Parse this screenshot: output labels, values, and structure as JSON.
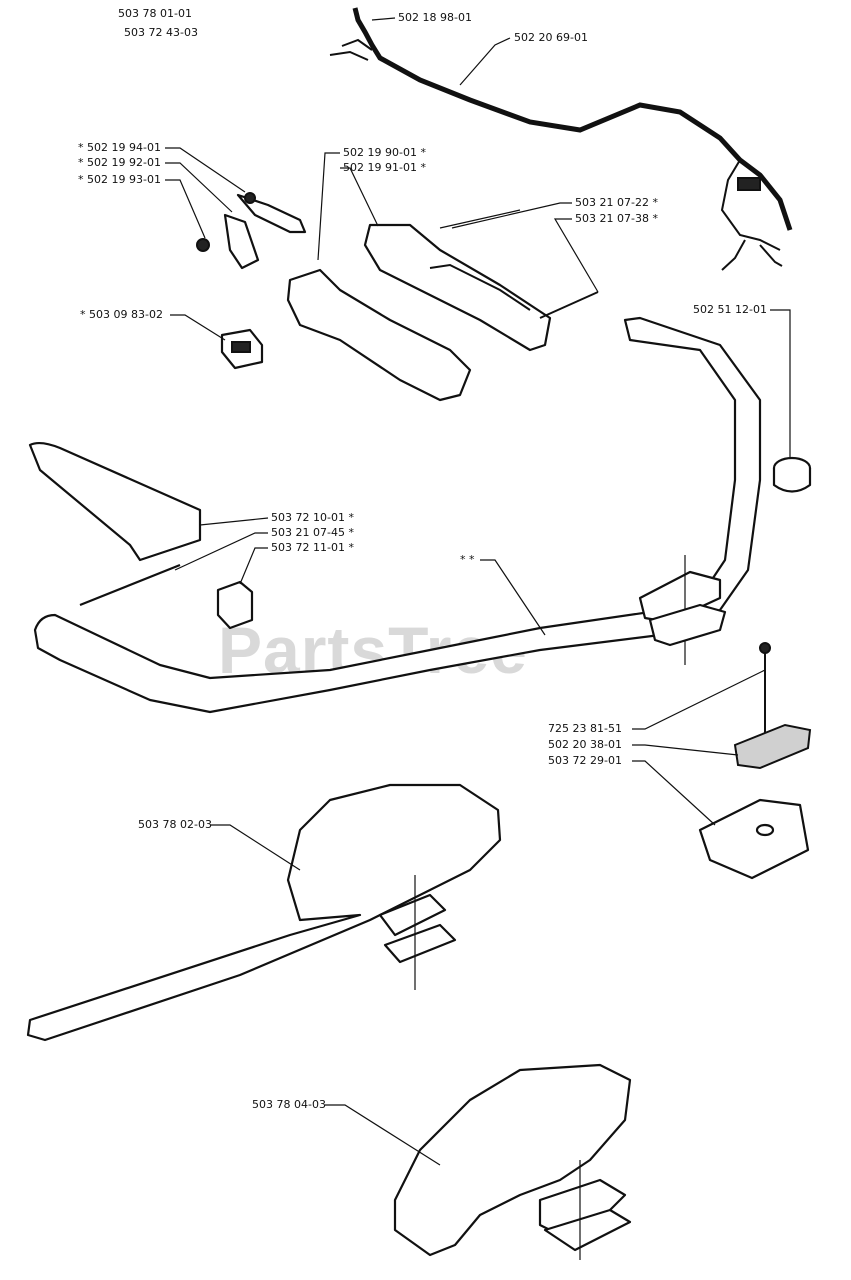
{
  "watermark": "PartsTree",
  "header": {
    "line1": "503 78 01-01",
    "line2": "503 72 43-03"
  },
  "labels": [
    {
      "id": "a",
      "text": "502 18 98-01"
    },
    {
      "id": "b",
      "text": "502 20 69-01"
    },
    {
      "id": "c",
      "text": "* 502 19 94-01"
    },
    {
      "id": "d",
      "text": "* 502 19 92-01"
    },
    {
      "id": "e",
      "text": "* 502 19 93-01"
    },
    {
      "id": "f",
      "text": "502 19 90-01 *"
    },
    {
      "id": "g",
      "text": "502 19 91-01 *"
    },
    {
      "id": "h",
      "text": "503 21 07-22 *"
    },
    {
      "id": "i",
      "text": "503 21 07-38 *"
    },
    {
      "id": "j",
      "text": "* 503 09 83-02"
    },
    {
      "id": "k",
      "text": "502 51 12-01"
    },
    {
      "id": "l",
      "text": "503 72 10-01 *"
    },
    {
      "id": "m",
      "text": "503 21 07-45 *"
    },
    {
      "id": "n",
      "text": "503 72 11-01 *"
    },
    {
      "id": "o",
      "text": "* *"
    },
    {
      "id": "p",
      "text": "725 23 81-51"
    },
    {
      "id": "q",
      "text": "502 20 38-01"
    },
    {
      "id": "r",
      "text": "503 72 29-01"
    },
    {
      "id": "s",
      "text": "503 78 02-03"
    },
    {
      "id": "t",
      "text": "503 78 04-03"
    }
  ]
}
